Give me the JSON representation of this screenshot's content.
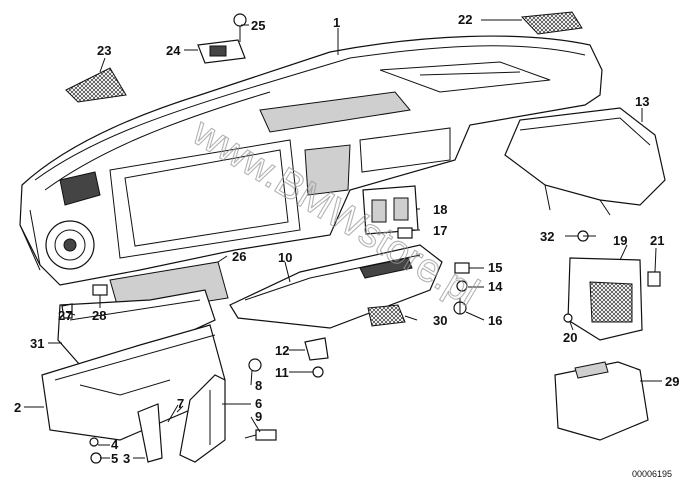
{
  "callouts": [
    "1",
    "2",
    "3",
    "4",
    "5",
    "6",
    "7",
    "8",
    "9",
    "10",
    "11",
    "12",
    "13",
    "14",
    "15",
    "16",
    "17",
    "18",
    "19",
    "20",
    "21",
    "22",
    "23",
    "24",
    "25",
    "26",
    "27",
    "28",
    "29",
    "30",
    "31",
    "32"
  ],
  "diagram_ref": "00006195",
  "watermark": "www.BMWstore.pl"
}
